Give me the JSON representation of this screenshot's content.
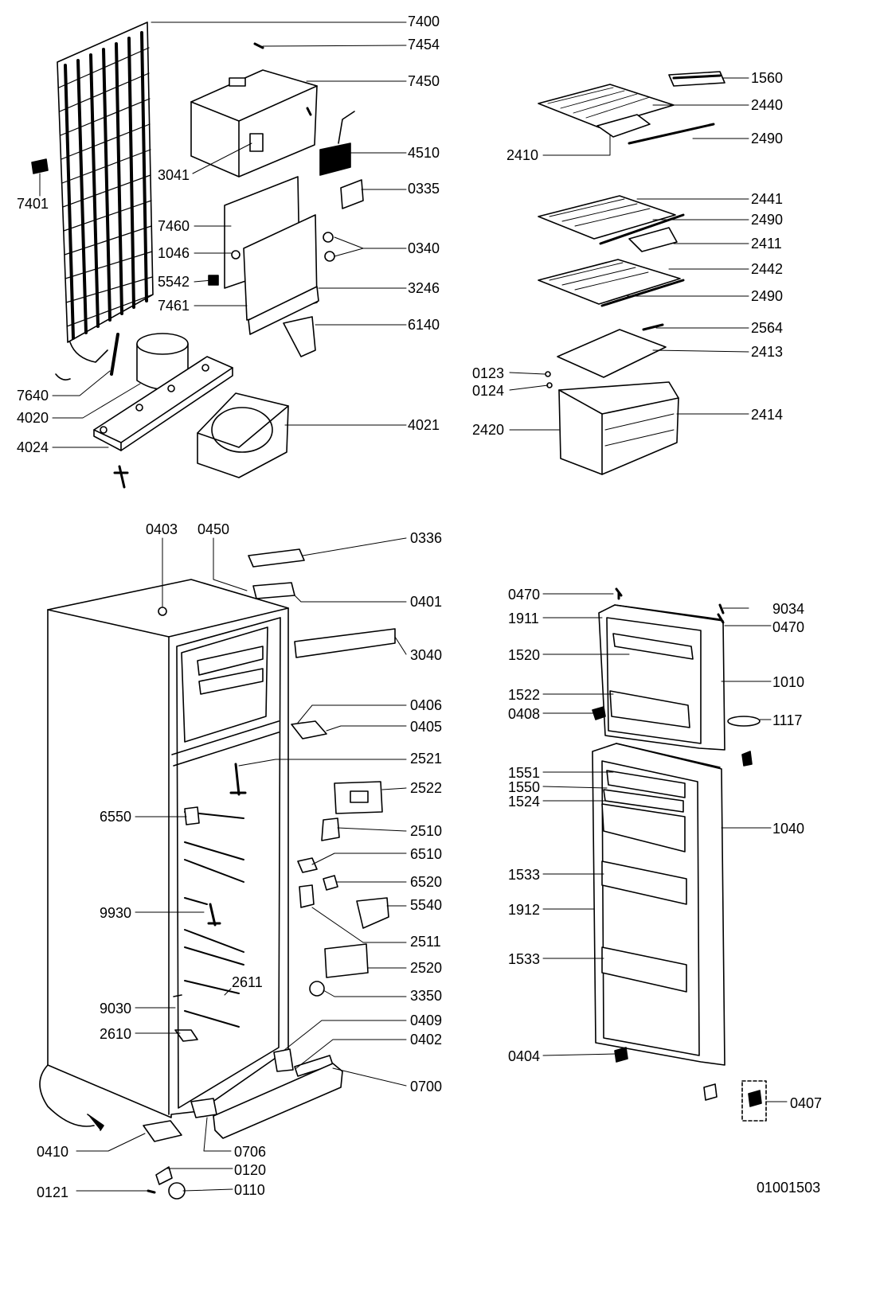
{
  "diagram": {
    "document_code": "01001503",
    "colors": {
      "line": "#000000",
      "background": "#ffffff",
      "fill": "#ffffff"
    },
    "groups": [
      {
        "name": "cooling-unit",
        "parts": [
          "7400",
          "7454",
          "7450",
          "4510",
          "0335",
          "0340",
          "3246",
          "6140",
          "4021",
          "7401",
          "3041",
          "7460",
          "1046",
          "5542",
          "7461",
          "7640",
          "4020",
          "4024"
        ]
      },
      {
        "name": "freezer-interior",
        "parts": [
          "1560",
          "2440",
          "2490",
          "2410",
          "2441",
          "2490",
          "2411",
          "2442",
          "2490",
          "2564",
          "2413",
          "0123",
          "0124",
          "2414",
          "2420"
        ]
      },
      {
        "name": "cabinet",
        "parts": [
          "0403",
          "0450",
          "0336",
          "0401",
          "3040",
          "0406",
          "0405",
          "2521",
          "2522",
          "2510",
          "6510",
          "6520",
          "5540",
          "2511",
          "2520",
          "3350",
          "0409",
          "0402",
          "0700",
          "6550",
          "9930",
          "2611",
          "9030",
          "2610",
          "0410",
          "0706",
          "0120",
          "0121",
          "0110"
        ]
      },
      {
        "name": "doors",
        "parts": [
          "0470",
          "9034",
          "0470",
          "1911",
          "1010",
          "1520",
          "1522",
          "0408",
          "1117",
          "1551",
          "1550",
          "1524",
          "1040",
          "1533",
          "1912",
          "1533",
          "0404",
          "0407"
        ]
      }
    ]
  }
}
